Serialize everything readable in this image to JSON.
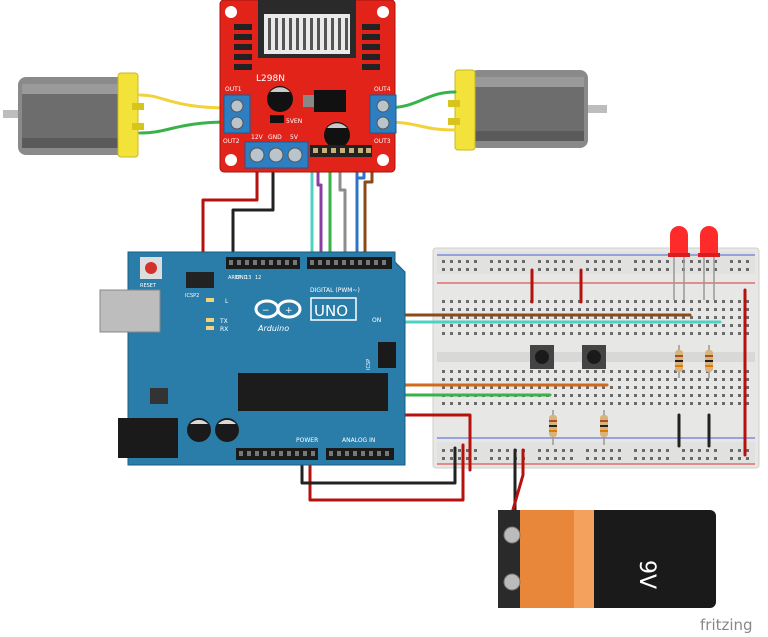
{
  "driver": {
    "chip_label": "L298N",
    "out1_label": "OUT1",
    "out2_label": "OUT2",
    "out3_label": "OUT3",
    "out4_label": "OUT4",
    "v12_label": "12V",
    "gnd_label": "GND",
    "v5_label": "5V",
    "en_label": "5VEN"
  },
  "arduino": {
    "logo_text": "Arduino",
    "model_label": "UNO",
    "digital_label": "DIGITAL (PWM~)",
    "analog_label": "ANALOG IN",
    "power_label": "POWER",
    "reset_label": "RESET",
    "icsp_label": "ICSP",
    "icsp2_label": "ICSP2",
    "on_label": "ON",
    "tx_label": "TX",
    "rx_label": "RX",
    "l_label": "L",
    "aref_label": "AREF",
    "gnd_label": "GND",
    "pin13_label": "13",
    "pin12_label": "12"
  },
  "battery": {
    "label": "9V"
  },
  "footer": {
    "brand": "fritzing"
  },
  "colors": {
    "driver_red": "#e2231a",
    "terminal_blue": "#2e7ec2",
    "arduino_teal": "#2a7da8",
    "wire_red": "#b5120e",
    "wire_black": "#222222",
    "wire_green": "#3ab24a",
    "wire_orange": "#cf6a1e",
    "wire_brown": "#8a4a1c",
    "wire_cyan": "#4fd1c5",
    "wire_purple": "#8a3fa0",
    "wire_blue": "#2b74c7",
    "wire_gray": "#8d8d8d",
    "led_red": "#ff2b2b",
    "motor_yellow": "#f2e23a",
    "battery_orange": "#e8863a"
  }
}
